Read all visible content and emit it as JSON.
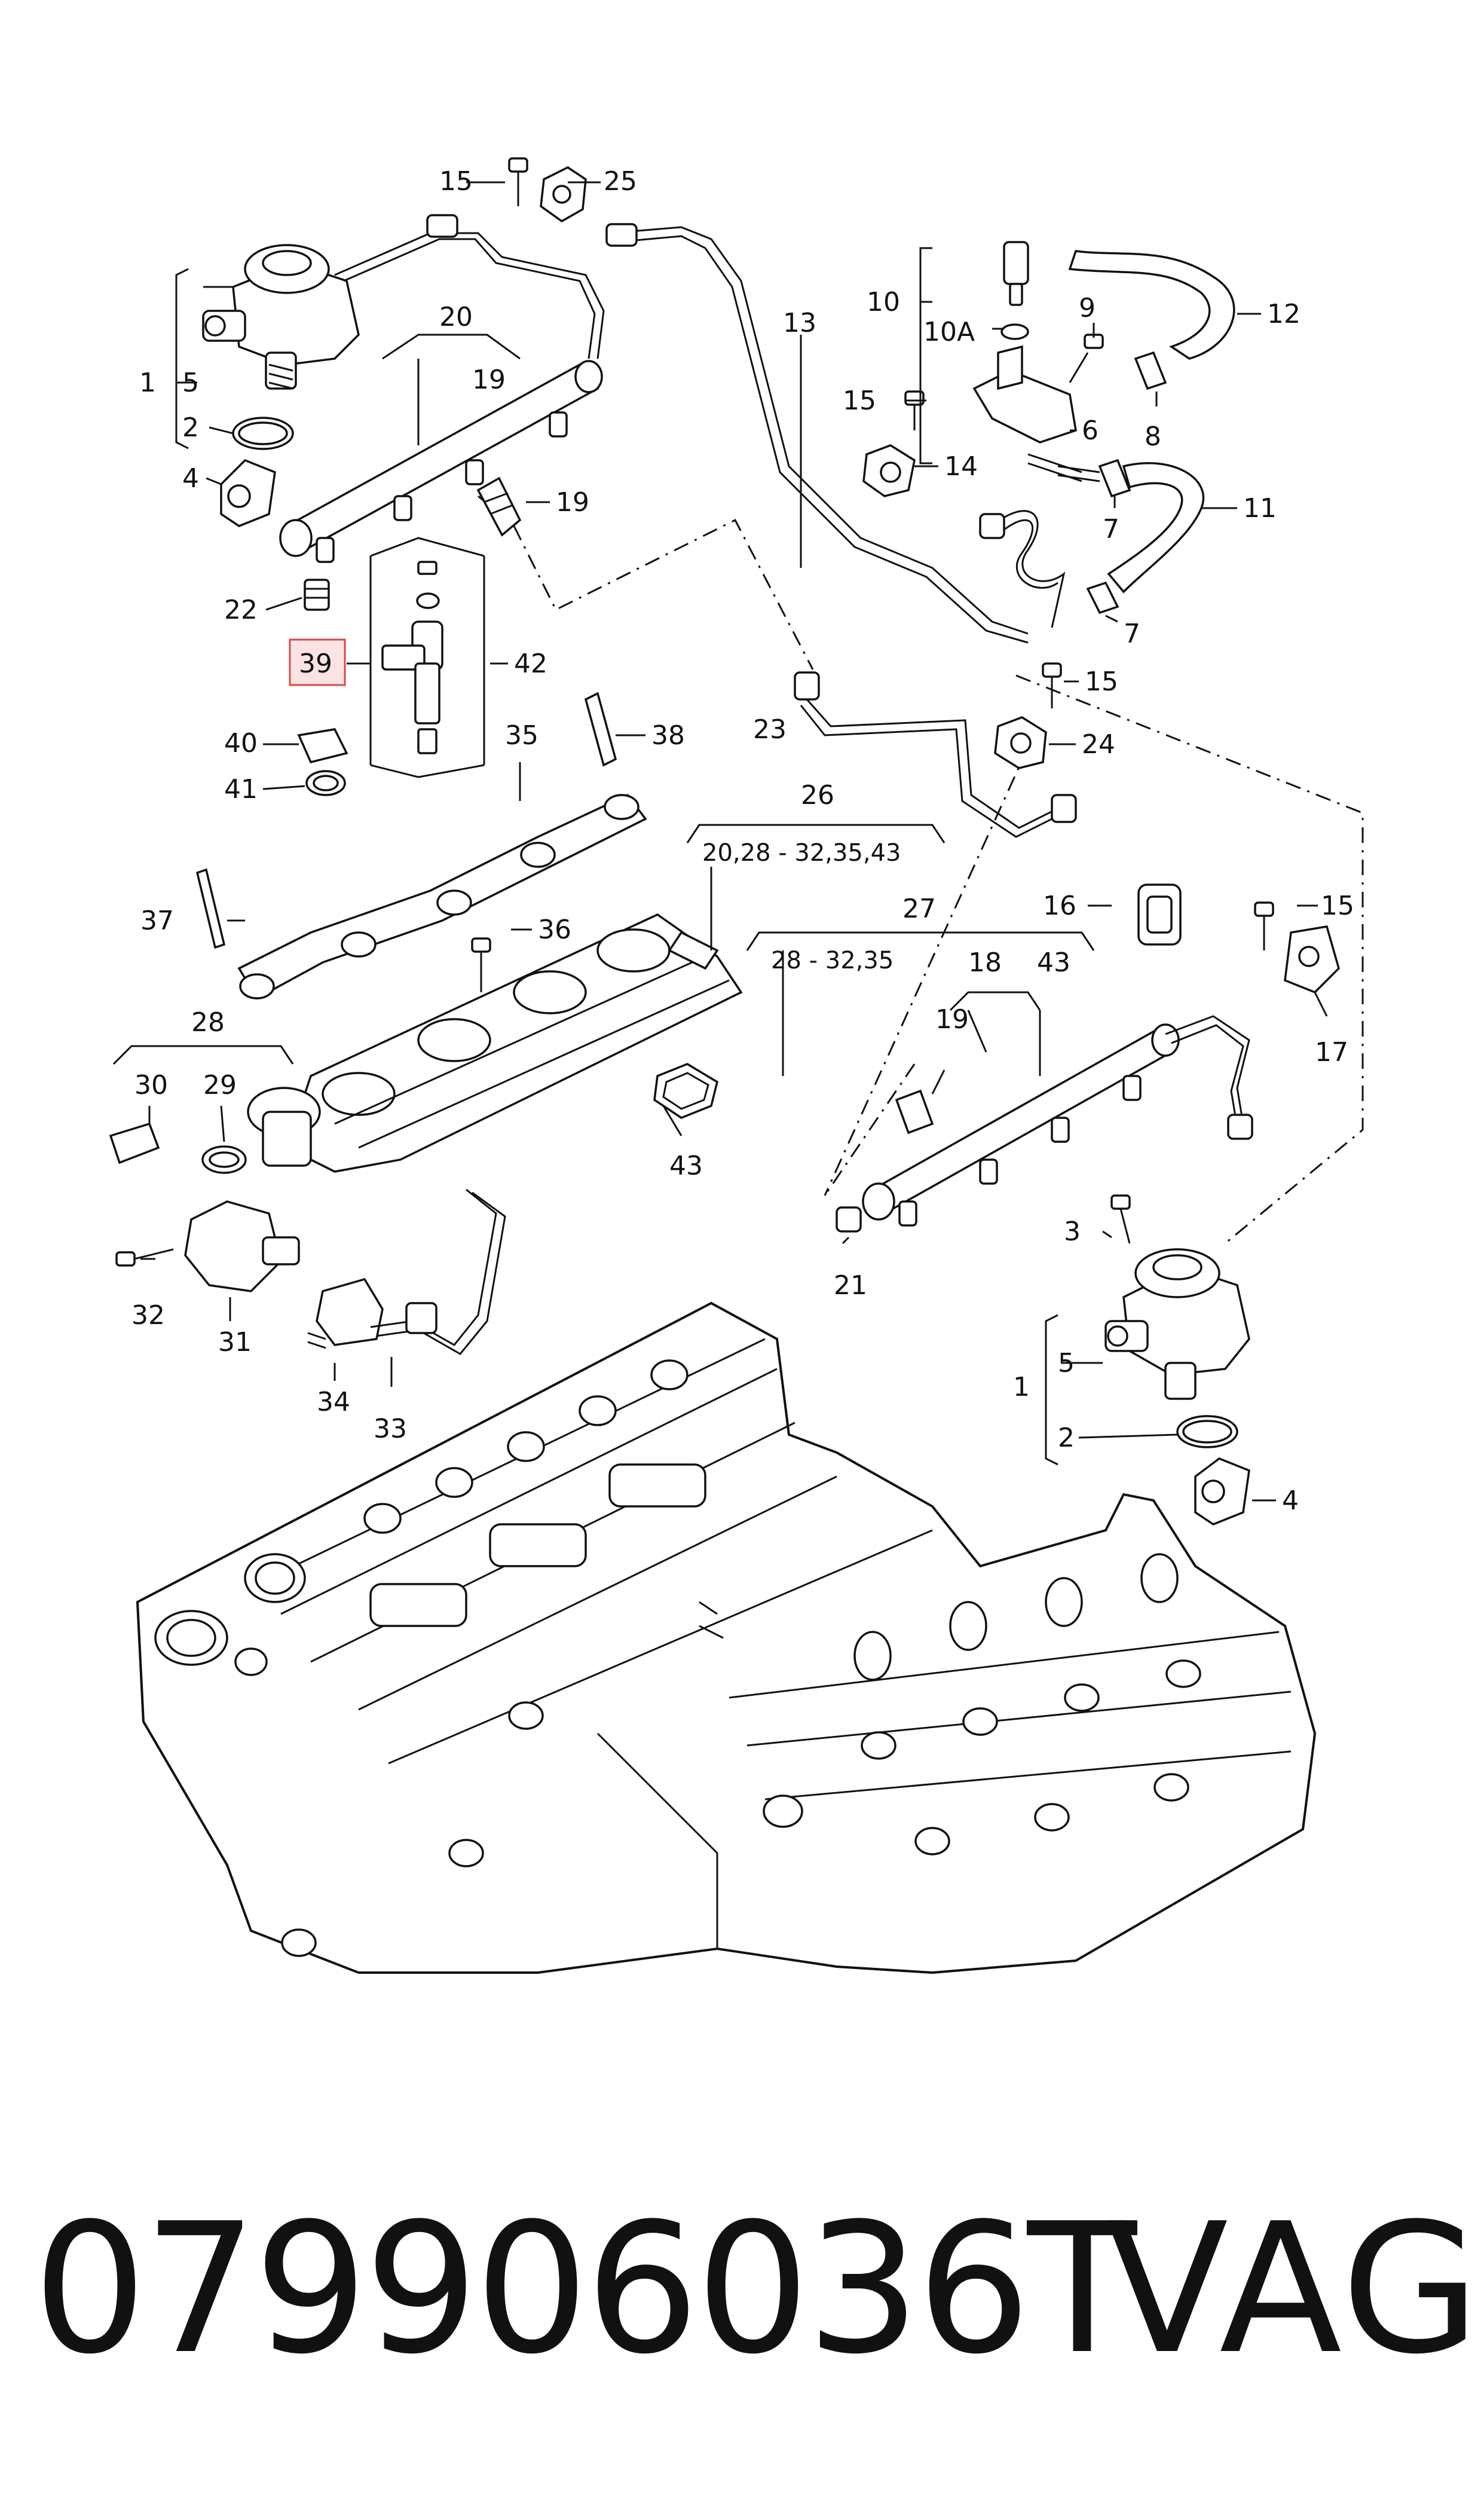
{
  "diagram": {
    "callouts": {
      "c15a": "15",
      "c25": "25",
      "c20": "20",
      "c19a": "19",
      "c1a": "1",
      "c5a": "5",
      "c2a": "2",
      "c4a": "4",
      "c19b": "19",
      "c22": "22",
      "c39": "39",
      "c42": "42",
      "c40": "40",
      "c41": "41",
      "c35": "35",
      "c38": "38",
      "c13": "13",
      "c10": "10",
      "c10A": "10A",
      "c9": "9",
      "c12": "12",
      "c15b": "15",
      "c14": "14",
      "c6": "6",
      "c8": "8",
      "c7a": "7",
      "c11": "11",
      "c7b": "7",
      "c15c": "15",
      "c23": "23",
      "c24": "24",
      "c26": "26",
      "c26sub": "20,28 - 32,35,43",
      "c37": "37",
      "c36": "36",
      "c27": "27",
      "c27sub": "28 - 32,35",
      "c16": "16",
      "c15d": "15",
      "c18": "18",
      "c43a": "43",
      "c28": "28",
      "c30": "30",
      "c29": "29",
      "c19c": "19",
      "c17": "17",
      "c43b": "43",
      "c3": "3",
      "c21": "21",
      "c32": "32",
      "c31": "31",
      "c1b": "1",
      "c5b": "5",
      "c2b": "2",
      "c4b": "4",
      "c34": "34",
      "c33": "33"
    },
    "highlighted_callout": "39",
    "highlight_color": "#d64a4a"
  },
  "footer": {
    "part_number": "079906036T",
    "brand": "VAG"
  }
}
